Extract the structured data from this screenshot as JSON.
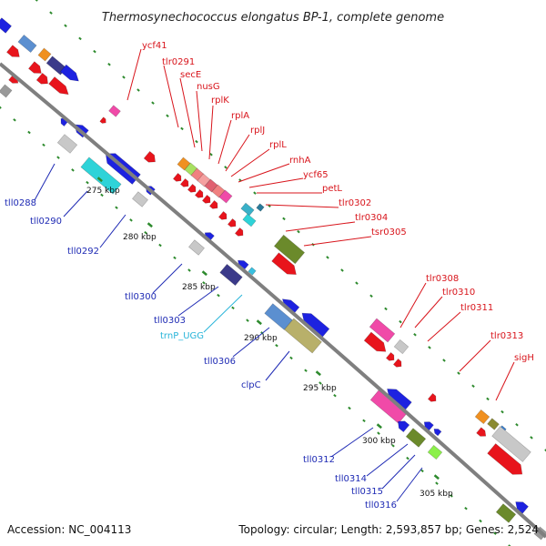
{
  "title": "Thermosynechococcus elongatus BP-1, complete genome",
  "footer": {
    "accession": "Accession: NC_004113",
    "summary": "Topology: circular; Length: 2,593,857 bp; Genes: 2,524"
  },
  "colors": {
    "forward_label": "#d8141b",
    "reverse_label": "#1e2ab4",
    "trna_label": "#27b4d9",
    "backbone": "#7f7f7f",
    "tick": "#2d8a2d"
  },
  "ticks": [
    "275 kbp",
    "280 kbp",
    "285 kbp",
    "290 kbp",
    "295 kbp",
    "300 kbp",
    "305 kbp"
  ],
  "labels_top": [
    {
      "text": "ycf41",
      "strand": "forward"
    },
    {
      "text": "tlr0291",
      "strand": "forward"
    },
    {
      "text": "secE",
      "strand": "forward"
    },
    {
      "text": "nusG",
      "strand": "forward"
    },
    {
      "text": "rplK",
      "strand": "forward"
    },
    {
      "text": "rplA",
      "strand": "forward"
    },
    {
      "text": "rplJ",
      "strand": "forward"
    },
    {
      "text": "rplL",
      "strand": "forward"
    },
    {
      "text": "rnhA",
      "strand": "forward"
    },
    {
      "text": "ycf65",
      "strand": "forward"
    },
    {
      "text": "petL",
      "strand": "forward"
    },
    {
      "text": "tlr0302",
      "strand": "forward"
    },
    {
      "text": "tlr0304",
      "strand": "forward"
    },
    {
      "text": "tsr0305",
      "strand": "forward"
    },
    {
      "text": "tlr0308",
      "strand": "forward"
    },
    {
      "text": "tlr0310",
      "strand": "forward"
    },
    {
      "text": "tlr0311",
      "strand": "forward"
    },
    {
      "text": "tlr0313",
      "strand": "forward"
    },
    {
      "text": "sigH",
      "strand": "forward"
    }
  ],
  "labels_bottom": [
    {
      "text": "tll0288",
      "strand": "reverse"
    },
    {
      "text": "tll0290",
      "strand": "reverse"
    },
    {
      "text": "tll0292",
      "strand": "reverse"
    },
    {
      "text": "tll0300",
      "strand": "reverse"
    },
    {
      "text": "tll0303",
      "strand": "reverse"
    },
    {
      "text": "trnP_UGG",
      "strand": "trna"
    },
    {
      "text": "tll0306",
      "strand": "reverse"
    },
    {
      "text": "clpC",
      "strand": "reverse"
    },
    {
      "text": "tll0312",
      "strand": "reverse"
    },
    {
      "text": "tll0314",
      "strand": "reverse"
    },
    {
      "text": "tll0315",
      "strand": "reverse"
    },
    {
      "text": "tll0316",
      "strand": "reverse"
    }
  ]
}
